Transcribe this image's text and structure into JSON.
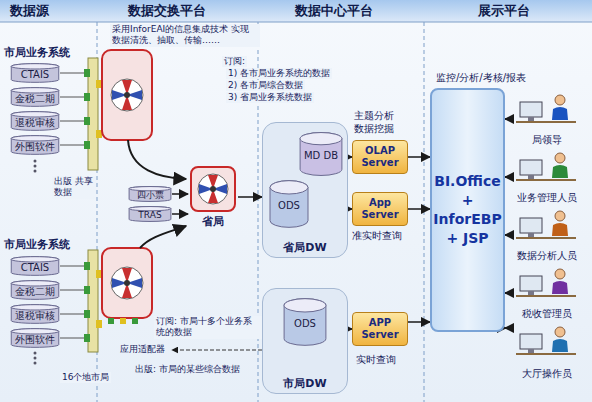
{
  "diagram": {
    "nodes": [
      {
        "text": [
          "CTAIS"
        ]
      },
      {
        "text": [
          "金税二期"
        ]
      },
      {
        "text": [
          "退税审核"
        ]
      },
      {
        "text": [
          "外围软件"
        ]
      },
      {
        "text": [
          "四小票"
        ]
      },
      {
        "text": [
          "TRAS"
        ]
      },
      {
        "text": [
          "省局"
        ]
      },
      {
        "text": [
          "省局DW"
        ]
      },
      {
        "text": [
          "MD DB"
        ],
        "in": 7
      },
      {
        "text": [
          "ODS"
        ],
        "in": 7
      },
      {
        "text": [
          "OLAP Server"
        ]
      },
      {
        "text": [
          "App Server"
        ]
      },
      {
        "text": [
          "CTAIS"
        ]
      },
      {
        "text": [
          "金税二期"
        ]
      },
      {
        "text": [
          "退税审核"
        ]
      },
      {
        "text": [
          "外围软件"
        ]
      },
      {
        "text": [
          "市局DW"
        ]
      },
      {
        "text": [
          "ODS"
        ],
        "in": 16
      },
      {
        "text": [
          "APP Server"
        ]
      },
      {
        "text": [
          "BI.Office + InforEBP + JSP"
        ]
      },
      {
        "text": [
          "局领导"
        ]
      },
      {
        "text": [
          "业务管理人员"
        ]
      },
      {
        "text": [
          "数据分析人员"
        ]
      },
      {
        "text": [
          "税收管理员"
        ]
      },
      {
        "text": [
          "大厅操作员"
        ]
      }
    ],
    "edges": [
      {
        "from": 4,
        "to": 6,
        "arrow": "to"
      },
      {
        "from": 5,
        "to": 6,
        "arrow": "to"
      },
      {
        "from": 6,
        "to": 7,
        "arrow": "to"
      },
      {
        "from": 8,
        "to": 10,
        "arrow": "to"
      },
      {
        "from": 9,
        "to": 11,
        "arrow": "to"
      },
      {
        "from": 10,
        "to": 19,
        "arrow": "to"
      },
      {
        "from": 11,
        "to": 19,
        "arrow": "to"
      },
      {
        "from": 17,
        "to": 18,
        "arrow": "to"
      },
      {
        "from": 18,
        "to": 19,
        "arrow": "to"
      },
      {
        "from": 19,
        "to": 20,
        "arrow": "both"
      },
      {
        "from": 19,
        "to": 21,
        "arrow": "both"
      },
      {
        "from": 19,
        "to": 22,
        "arrow": "both"
      },
      {
        "from": 19,
        "to": 23,
        "arrow": "both"
      },
      {
        "from": 19,
        "to": 24,
        "arrow": "both"
      }
    ],
    "labels": [
      "数据源",
      "数据交换平台",
      "数据中心平台",
      "展示平台",
      "市局业务系统",
      "采用InforEAI的信息集成技术 实现数据清洗、抽取、传输……",
      "出版 共享数据",
      "订阅:",
      "1) 各市局业务系统的数据",
      "2) 各市局综合数据",
      "3) 省局业务系统数据",
      "主题分析 数据挖掘",
      "准实时查询",
      "监控/分析/考核/报表",
      "市局业务系统",
      "订阅: 市局十多个业务系统的数据",
      "应用适配器",
      "16个地市局",
      "出版: 市局的某些综合数据",
      "实时查询"
    ]
  }
}
